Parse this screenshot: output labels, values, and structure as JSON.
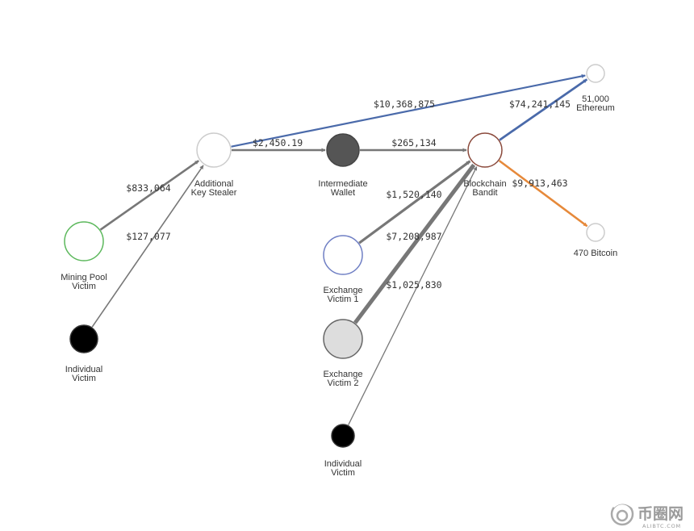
{
  "nodes": [
    {
      "id": "mining",
      "lines": [
        "Mining Pool",
        "Victim"
      ],
      "fill": "#ffffff",
      "stroke": "#5cb85c"
    },
    {
      "id": "ind1",
      "lines": [
        "Individual",
        "Victim"
      ],
      "fill": "#000000",
      "stroke": "#333333"
    },
    {
      "id": "aks",
      "lines": [
        "Additional",
        "Key Stealer"
      ],
      "fill": "#ffffff",
      "stroke": "#cccccc"
    },
    {
      "id": "iw",
      "lines": [
        "Intermediate",
        "Wallet"
      ],
      "fill": "#555555",
      "stroke": "#444444"
    },
    {
      "id": "ev1",
      "lines": [
        "Exchange",
        "Victim 1"
      ],
      "fill": "#ffffff",
      "stroke": "#6f7fc4"
    },
    {
      "id": "ev2",
      "lines": [
        "Exchange",
        "Victim 2"
      ],
      "fill": "#dddddd",
      "stroke": "#666666"
    },
    {
      "id": "ind2",
      "lines": [
        "Individual",
        "Victim"
      ],
      "fill": "#000000",
      "stroke": "#333333"
    },
    {
      "id": "bb",
      "lines": [
        "Blockchain",
        "Bandit"
      ],
      "fill": "#ffffff",
      "stroke": "#8b4a3c"
    },
    {
      "id": "eth",
      "lines": [
        "51,000",
        "Ethereum"
      ],
      "fill": "#ffffff",
      "stroke": "#cccccc"
    },
    {
      "id": "btc",
      "lines": [
        "470 Bitcoin"
      ],
      "fill": "#ffffff",
      "stroke": "#cccccc"
    }
  ],
  "edges": [
    {
      "from": "mining",
      "to": "aks",
      "label": "$833,064",
      "color": "#777777"
    },
    {
      "from": "ind1",
      "to": "aks",
      "label": "$127,077",
      "color": "#777777"
    },
    {
      "from": "aks",
      "to": "eth",
      "label": "$10,368,875",
      "color": "#4a6aaa"
    },
    {
      "from": "aks",
      "to": "iw",
      "label": "$2,450.19",
      "color": "#777777"
    },
    {
      "from": "iw",
      "to": "bb",
      "label": "$265,134",
      "color": "#777777"
    },
    {
      "from": "ev1",
      "to": "bb",
      "label": "$1,520,140",
      "color": "#777777"
    },
    {
      "from": "ev2",
      "to": "bb",
      "label": "$7,208,987",
      "color": "#777777"
    },
    {
      "from": "ind2",
      "to": "bb",
      "label": "$1,025,830",
      "color": "#777777"
    },
    {
      "from": "bb",
      "to": "eth",
      "label": "$74,241,145",
      "color": "#4a6aaa"
    },
    {
      "from": "bb",
      "to": "btc",
      "label": "$9,913,463",
      "color": "#e6893a"
    }
  ],
  "watermark": {
    "text": "币圈网",
    "subtext": "ALIBTC.COM"
  }
}
